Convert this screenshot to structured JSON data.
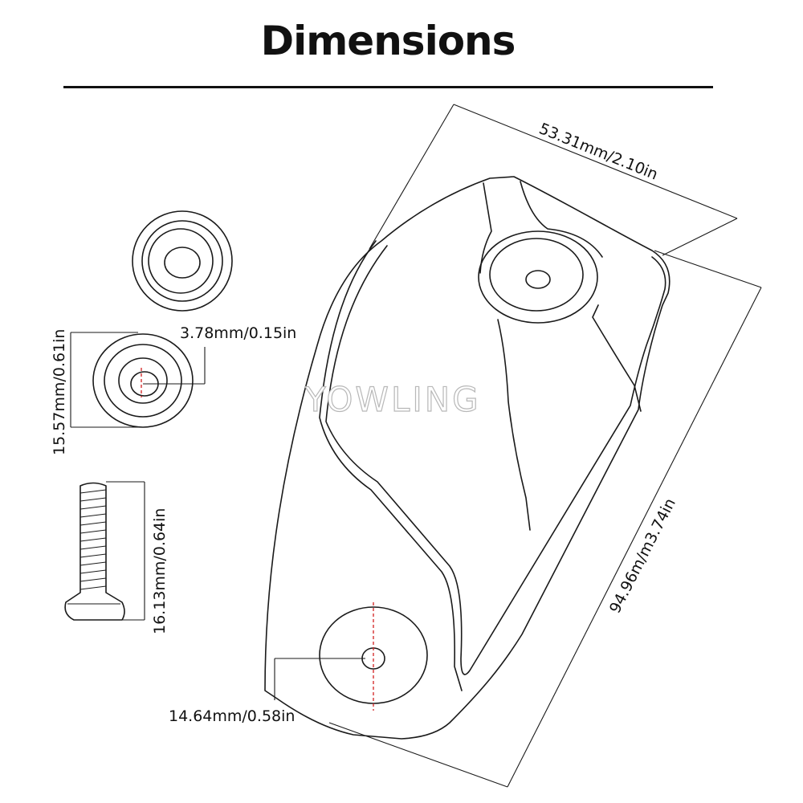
{
  "title": "Dimensions",
  "watermark": "YOWLING",
  "dimensions": {
    "plate_width": "53.31mm/2.10in",
    "plate_length": "94.96m/m3.74in",
    "washer_hole": "3.78mm/0.15in",
    "washer_height": "15.57mm/0.61in",
    "screw_length": "16.13mm/0.64in",
    "boss_diameter": "14.64mm/0.58in"
  }
}
